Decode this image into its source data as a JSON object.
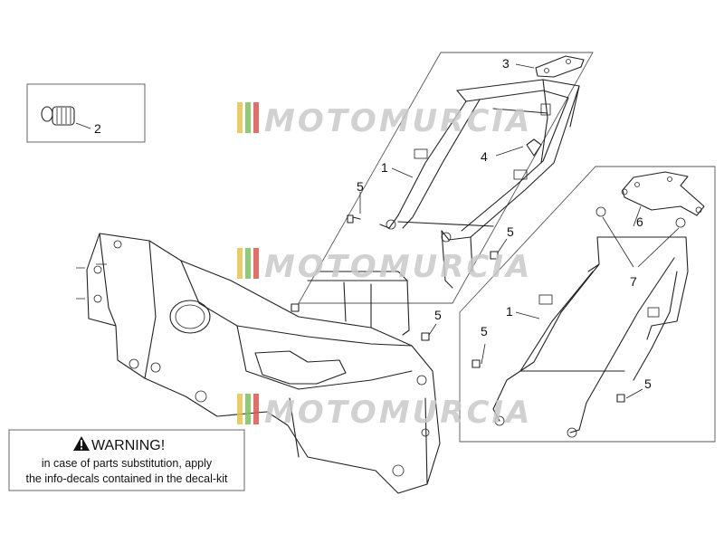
{
  "callouts": [
    "1",
    "2",
    "3",
    "4",
    "5",
    "5",
    "5",
    "6",
    "7",
    "1",
    "5",
    "5"
  ],
  "watermark": {
    "text": "MOTOMURCIA",
    "colors": [
      "#e8c24a",
      "#7cc35a",
      "#e0574e",
      "#c9c9c9"
    ]
  },
  "warning": {
    "title": "WARNING!",
    "line1": "in case of parts substitution, apply",
    "line2": "the info-decals contained in the decal-kit"
  },
  "icons": [
    "warning-triangle-icon"
  ]
}
